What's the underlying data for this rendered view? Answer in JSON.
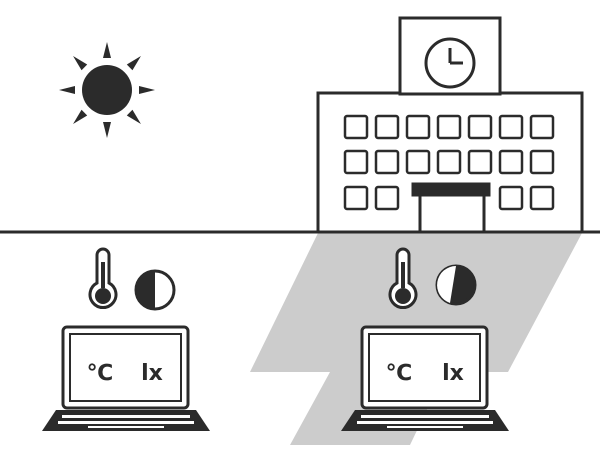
{
  "laptop_left": {
    "temp_unit": "℃",
    "lux_unit": "lx"
  },
  "laptop_right": {
    "temp_unit": "℃",
    "lux_unit": "lx"
  },
  "colors": {
    "ink": "#2b2b2b",
    "shadow": "#cccccc",
    "background": "#ffffff"
  },
  "icons": [
    "sun-icon",
    "school-building",
    "clock-icon",
    "thermometer-icon",
    "brightness-icon",
    "laptop-icon"
  ]
}
